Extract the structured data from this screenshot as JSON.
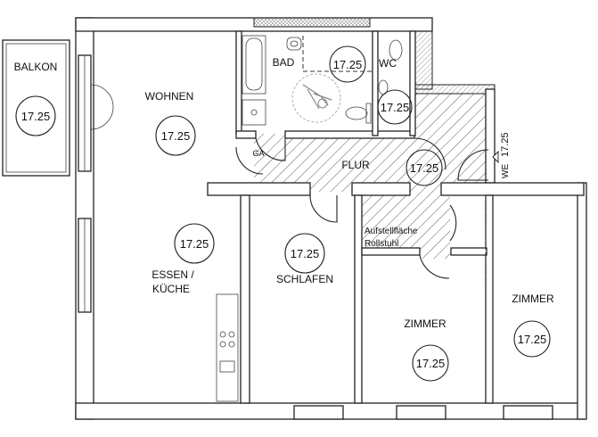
{
  "plan": {
    "rooms": {
      "balkon": "BALKON",
      "wohnen": "WOHNEN",
      "essen_line1": "ESSEN /",
      "essen_line2": "KÜCHE",
      "schlafen": "SCHLAFEN",
      "bad": "BAD",
      "wc": "WC",
      "ga": "GA",
      "flur": "FLUR",
      "zimmer_middle": "ZIMMER",
      "zimmer_right": "ZIMMER"
    },
    "annotations": {
      "wheelchair_line1": "Aufstellfläche",
      "wheelchair_line2": "Rollstuhl",
      "entrance_prefix": "WE",
      "entrance_level": "17.25"
    },
    "levels": {
      "balkon": "17.25",
      "wohnen": "17.25",
      "essen": "17.25",
      "schlafen": "17.25",
      "bad": "17.25",
      "wc": "17.25",
      "flur": "17.25",
      "zimmer_middle": "17.25",
      "zimmer_right": "17.25"
    }
  }
}
